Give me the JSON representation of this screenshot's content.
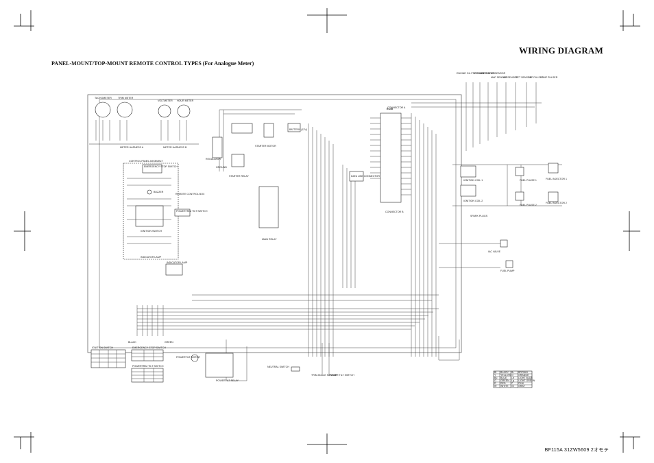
{
  "title": "WIRING DIAGRAM",
  "subtitle": "PANEL-MOUNT/TOP-MOUNT REMOTE CONTROL TYPES (For Analogue Meter)",
  "footer": "BF115A 31ZW5609 2オモテ",
  "components": {
    "tachometer": "TACHOMETER",
    "trim_meter": "TRIM METER",
    "voltmeter": "VOLTMETER",
    "hour_meter": "HOUR METER",
    "meter_harness_a": "METER HARNESS A",
    "meter_harness_b": "METER HARNESS B",
    "control_panel": "CONTROL PANEL ASSEMBLY",
    "emergency_stop": "EMERGENCY STOP SWITCH",
    "buzzer": "BUZZER",
    "remote_control_box": "REMOTE CONTROL BOX",
    "powertrim_tilt": "POWERTRIM TILT SWITCH",
    "ignition_switch": "IGNITION SWITCH",
    "indicator_lamp": "INDICATOR LAMP",
    "regulator": "REGULATOR",
    "ground": "GROUND",
    "starter_relay": "STARTER RELAY",
    "battery": "BATTERY (12V)",
    "starter_motor": "STARTER MOTOR",
    "main_relay": "MAIN RELAY",
    "data_link": "DATA LINK CONNECTOR",
    "ecm": "ECM",
    "connector_a": "CONNECTOR A",
    "connector_b": "CONNECTOR B",
    "ignition_coil_1": "IGNITION COIL 1",
    "ignition_coil_2": "IGNITION COIL 2",
    "spark_plugs": "SPARK PLUGS",
    "fuel_pulse_1": "FUEL PULSE 1",
    "fuel_pulse_2": "FUEL PULSE 2",
    "fuel_injector_1": "FUEL INJECTOR 1",
    "fuel_injector_2": "FUEL INJECTOR 2",
    "iac_valve": "IAC VALVE",
    "fuel_pump": "FUEL PUMP",
    "powertilt_motor": "POWERTILT MOTOR",
    "powertilt_relay": "POWERTILT RELAY",
    "neutral_switch": "NEUTRAL SWITCH",
    "trim_angle_sensor": "TRIM ANGLE SENSOR",
    "power_tilt_switch": "POWER TILT SWITCH",
    "ignition_switch_table": "IGNITION SWITCH",
    "emergency_stop_table": "EMERGENCY STOP SWITCH",
    "powertrim_table": "POWERTRIM TILT SWITCH",
    "black": "BLACK",
    "green": "GREEN"
  },
  "top_sensors": [
    "ENGINE OIL PRESSURE SWITCH",
    "CYLINDER TEMP SENSOR",
    "MAP SENSOR",
    "IAT SENSOR",
    "ECT SENSOR",
    "CKP PULSER",
    "CMP PULSER"
  ],
  "color_legend": [
    [
      "BI",
      "BLACK",
      "Br",
      "BROWN"
    ],
    [
      "Y",
      "YELLOW",
      "O",
      "ORANGE"
    ],
    [
      "Bu",
      "BLUE",
      "Lb",
      "LIGHT BLUE"
    ],
    [
      "G",
      "GREEN",
      "Lg",
      "LIGHT GREEN"
    ],
    [
      "R",
      "RED",
      "P",
      "PINK"
    ],
    [
      "W",
      "WHITE",
      "Gr",
      "GRAY"
    ]
  ]
}
